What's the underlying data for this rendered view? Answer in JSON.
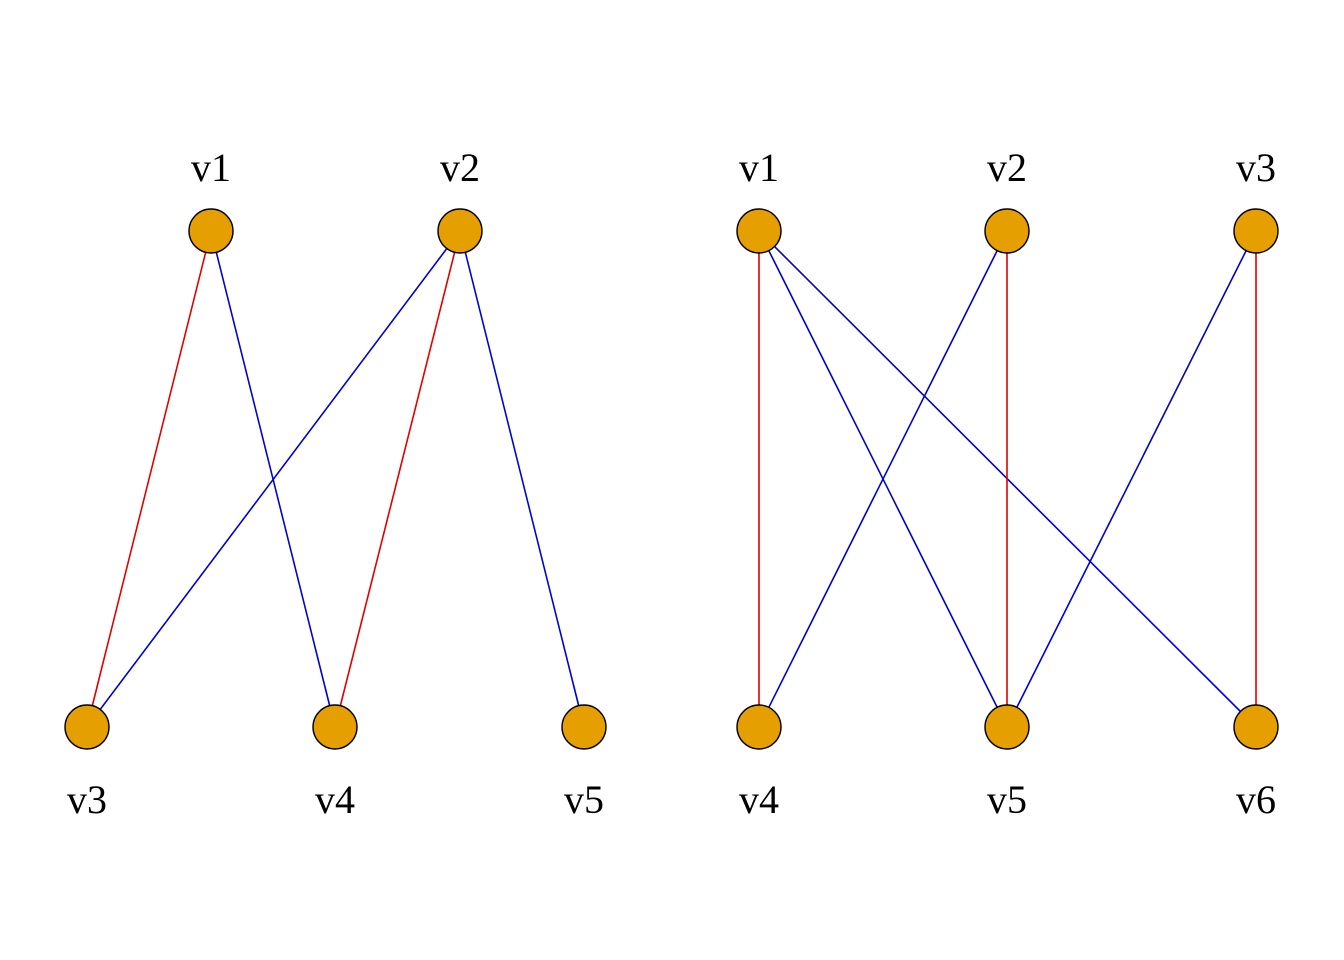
{
  "colors": {
    "matched_edge": "#e00000",
    "unmatched_edge": "#0000d0",
    "node_fill": "#e69f00",
    "node_stroke": "#000000"
  },
  "graphs": [
    {
      "id": "left",
      "top_nodes": [
        "v1",
        "v2"
      ],
      "bottom_nodes": [
        "v3",
        "v4",
        "v5"
      ],
      "edges": [
        {
          "from": "v1",
          "to": "v3",
          "matched": true
        },
        {
          "from": "v1",
          "to": "v4",
          "matched": false
        },
        {
          "from": "v2",
          "to": "v3",
          "matched": false
        },
        {
          "from": "v2",
          "to": "v4",
          "matched": true
        },
        {
          "from": "v2",
          "to": "v5",
          "matched": false
        }
      ]
    },
    {
      "id": "right",
      "top_nodes": [
        "v1",
        "v2",
        "v3"
      ],
      "bottom_nodes": [
        "v4",
        "v5",
        "v6"
      ],
      "edges": [
        {
          "from": "v1",
          "to": "v4",
          "matched": true
        },
        {
          "from": "v1",
          "to": "v5",
          "matched": false
        },
        {
          "from": "v1",
          "to": "v6",
          "matched": false
        },
        {
          "from": "v2",
          "to": "v4",
          "matched": false
        },
        {
          "from": "v2",
          "to": "v5",
          "matched": true
        },
        {
          "from": "v3",
          "to": "v5",
          "matched": false
        },
        {
          "from": "v3",
          "to": "v6",
          "matched": true
        }
      ]
    }
  ]
}
